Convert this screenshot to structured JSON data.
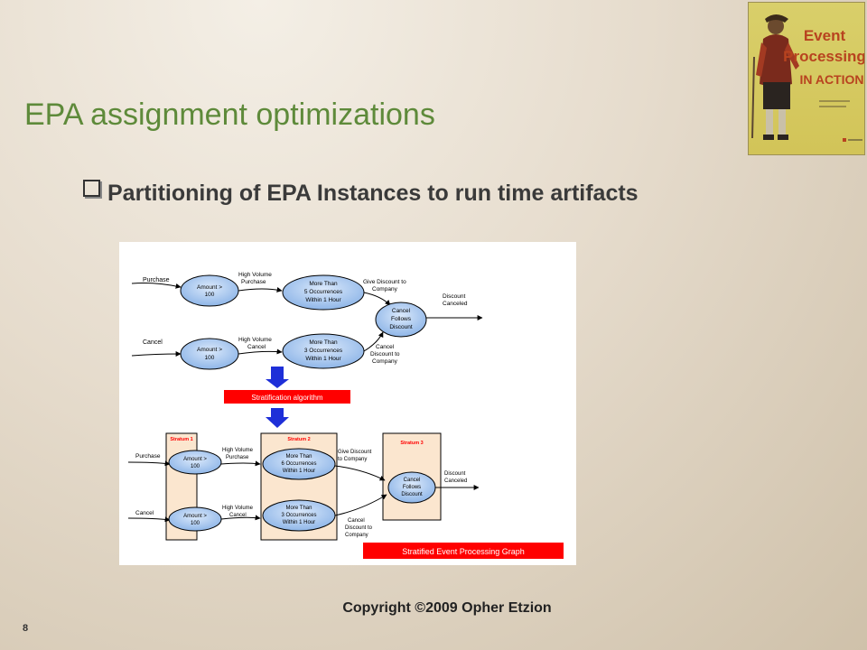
{
  "slide": {
    "title": "EPA assignment optimizations",
    "bullet": "Partitioning of EPA Instances to run time artifacts",
    "copyright": "Copyright ©2009 Opher Etzion",
    "page_number": "8"
  },
  "book_cover": {
    "title_line1": "Event",
    "title_line2": "Processing",
    "title_line3": "IN ACTION"
  },
  "diagram": {
    "top": {
      "purchase_label": "Purchase",
      "cancel_label": "Cancel",
      "amount1": [
        "Amount >",
        "100"
      ],
      "amount2": [
        "Amount >",
        "100"
      ],
      "high_volume_purchase": [
        "High Volume",
        "Purchase"
      ],
      "high_volume_cancel": [
        "High Volume",
        "Cancel"
      ],
      "more_than_5": [
        "More Than",
        "5 Occurrences",
        "Within 1 Hour"
      ],
      "more_than_3": [
        "More Than",
        "3 Occurrences",
        "Within 1 Hour"
      ],
      "give_discount": [
        "Give Discount to",
        "Company"
      ],
      "cancel_discount": [
        "Cancel",
        "Discount to",
        "Company"
      ],
      "cancel_follows": [
        "Cancel",
        "Follows",
        "Discount"
      ],
      "discount_canceled": [
        "Discount",
        "Canceled"
      ]
    },
    "stratification_label": "Stratification algorithm",
    "bottom": {
      "stratum1": "Stratum 1",
      "stratum2": "Stratum 2",
      "stratum3": "Stratum 3",
      "purchase_label": "Purchase",
      "cancel_label": "Cancel",
      "amount1": [
        "Amount >",
        "100"
      ],
      "amount2": [
        "Amount >",
        "100"
      ],
      "high_volume_purchase": [
        "High Volume",
        "Purchase"
      ],
      "high_volume_cancel": [
        "High Volume",
        "Cancel"
      ],
      "more_than_6": [
        "More Than",
        "6 Occurrences",
        "Within 1 Hour"
      ],
      "more_than_3": [
        "More Than",
        "3 Occurrences",
        "Within 1 Hour"
      ],
      "give_discount": [
        "Give Discount",
        "to Company"
      ],
      "cancel_discount": [
        "Cancel",
        "Discount to",
        "Company"
      ],
      "cancel_follows": [
        "Cancel",
        "Follows",
        "Discount"
      ],
      "discount_canceled": [
        "Discount",
        "Canceled"
      ]
    },
    "graph_label": "Stratified Event Processing Graph"
  },
  "colors": {
    "title_green": "#5e8a3a",
    "ellipse_fill": "#a9c8f0",
    "stratum_fill": "#fbe6cf",
    "label_red": "#ff0000",
    "arrow_blue": "#1e2fd8"
  }
}
